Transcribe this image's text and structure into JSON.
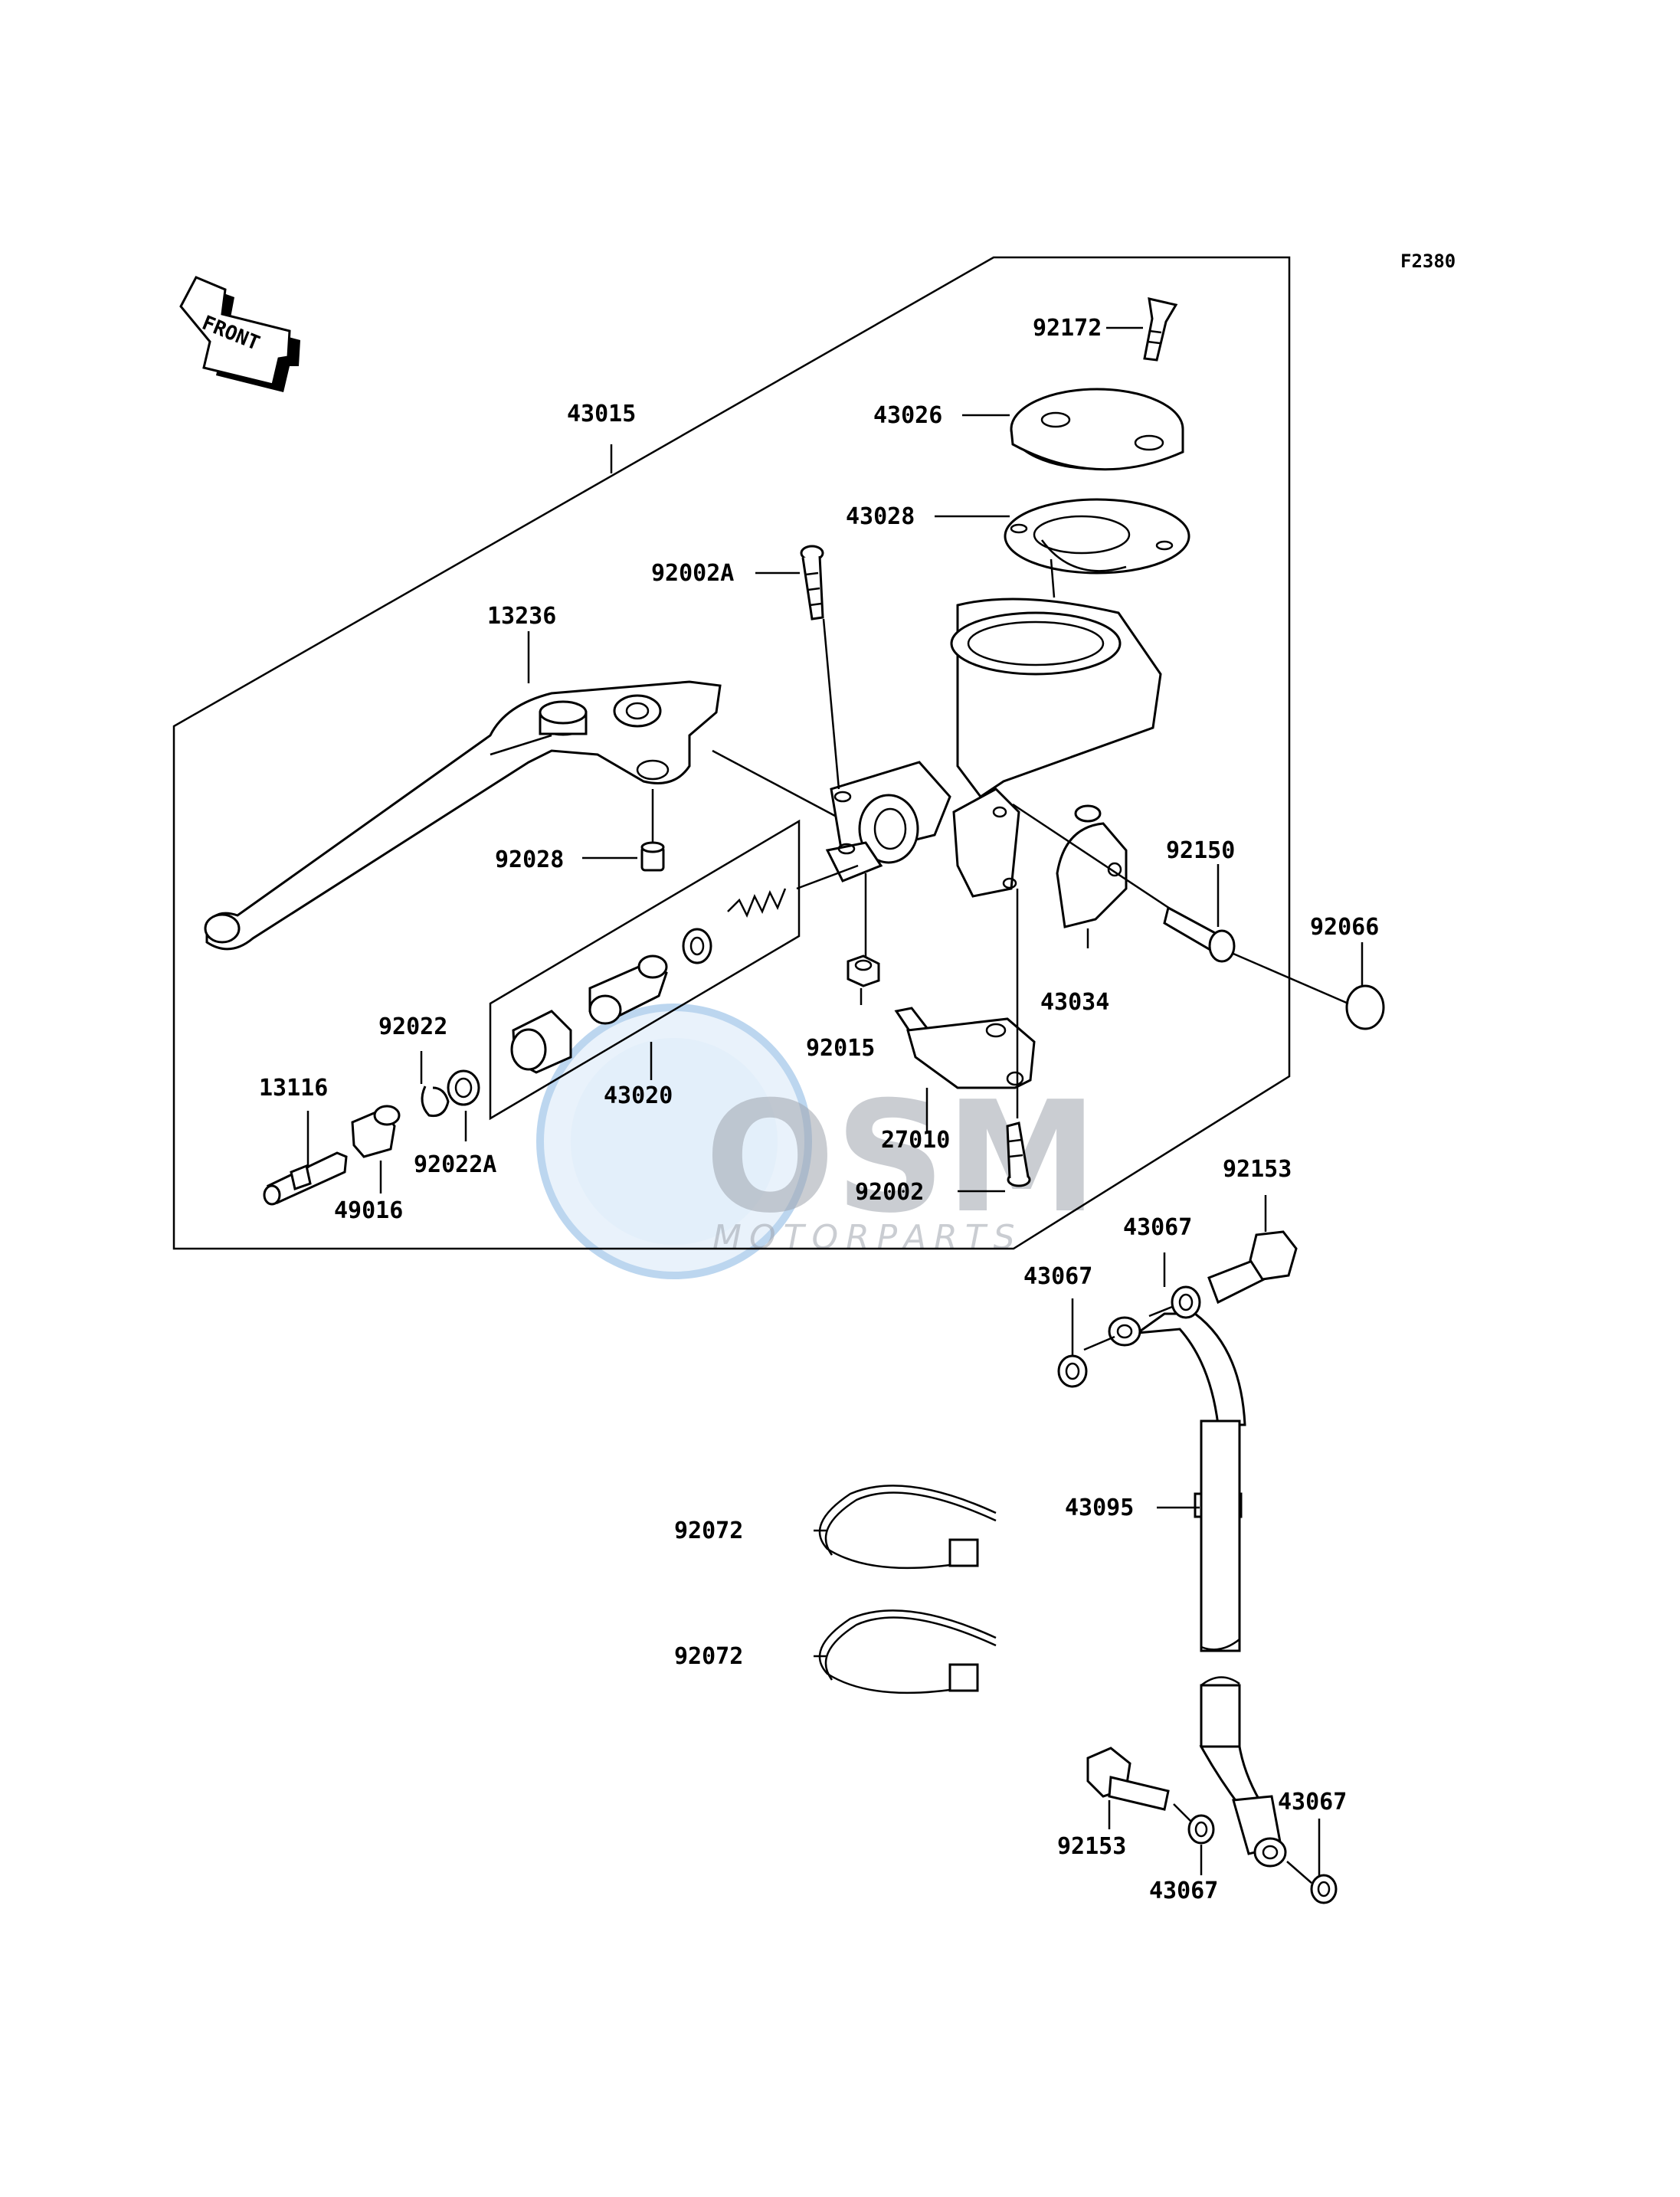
{
  "diagram": {
    "code": "F2380",
    "front_label": "FRONT",
    "watermark": {
      "brand": "OSM",
      "sub": "MOTORPARTS"
    },
    "labels": {
      "p43015": "43015",
      "p92172": "92172",
      "p43026": "43026",
      "p43028": "43028",
      "p92002a": "92002A",
      "p13236": "13236",
      "p92028": "92028",
      "p92150": "92150",
      "p92066": "92066",
      "p43034": "43034",
      "p92015": "92015",
      "p92022": "92022",
      "p13116": "13116",
      "p43020": "43020",
      "p92022a": "92022A",
      "p49016": "49016",
      "p27010": "27010",
      "p92002": "92002",
      "p92153_top": "92153",
      "p43067_a": "43067",
      "p43067_b": "43067",
      "p43095": "43095",
      "p92072_a": "92072",
      "p92072_b": "92072",
      "p43067_c": "43067",
      "p92153_bottom": "92153",
      "p43067_d": "43067"
    }
  }
}
